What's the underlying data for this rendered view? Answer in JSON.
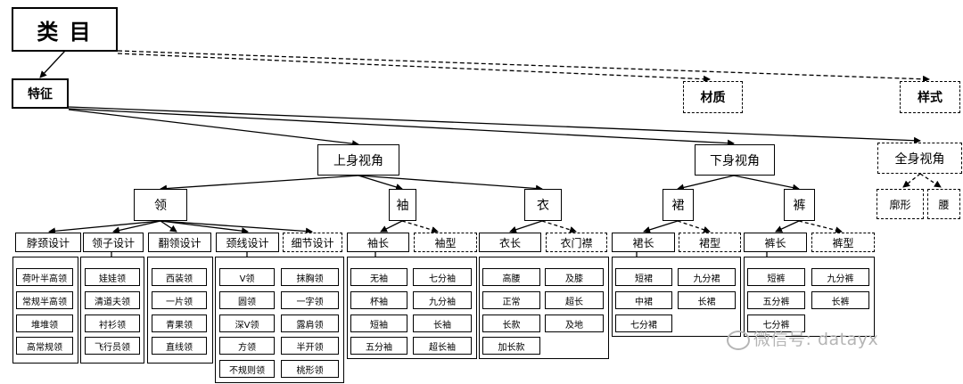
{
  "root": "类 目",
  "feature": "特征",
  "material": "材质",
  "style": "样式",
  "views": {
    "upper": "上身视角",
    "lower": "下身视角",
    "full": "全身视角"
  },
  "full_children": [
    "廓形",
    "腰"
  ],
  "collar": {
    "label": "领",
    "sub": [
      "脖颈设计",
      "领子设计",
      "翻领设计",
      "颈线设计",
      "细节设计"
    ],
    "neck_items": [
      "荷叶半高领",
      "常规半高领",
      "堆堆领",
      "高常规领"
    ],
    "collar_items": [
      "娃娃领",
      "清道夫领",
      "衬衫领",
      "飞行员领"
    ],
    "lapel_items": [
      "西装领",
      "一片领",
      "青果领",
      "直线领"
    ],
    "neckline_items": [
      "V领",
      "抹胸领",
      "圆领",
      "一字领",
      "深V领",
      "露肩领",
      "方领",
      "半开领",
      "不规则领",
      "桃形领"
    ]
  },
  "sleeve": {
    "label": "袖",
    "sub": [
      "袖长",
      "袖型"
    ],
    "items": [
      "无袖",
      "七分袖",
      "杯袖",
      "九分袖",
      "短袖",
      "长袖",
      "五分袖",
      "超长袖"
    ]
  },
  "cloth": {
    "label": "衣",
    "sub": [
      "衣长",
      "衣门襟"
    ],
    "items": [
      "高腰",
      "及膝",
      "正常",
      "超长",
      "长款",
      "及地",
      "加长款"
    ]
  },
  "skirt": {
    "label": "裙",
    "sub": [
      "裙长",
      "裙型"
    ],
    "items": [
      "短裙",
      "九分裙",
      "中裙",
      "长裙",
      "七分裙"
    ]
  },
  "pants": {
    "label": "裤",
    "sub": [
      "裤长",
      "裤型"
    ],
    "items": [
      "短裤",
      "九分裤",
      "五分裤",
      "长裤",
      "七分裤"
    ]
  },
  "watermark": "微信号: datayx"
}
